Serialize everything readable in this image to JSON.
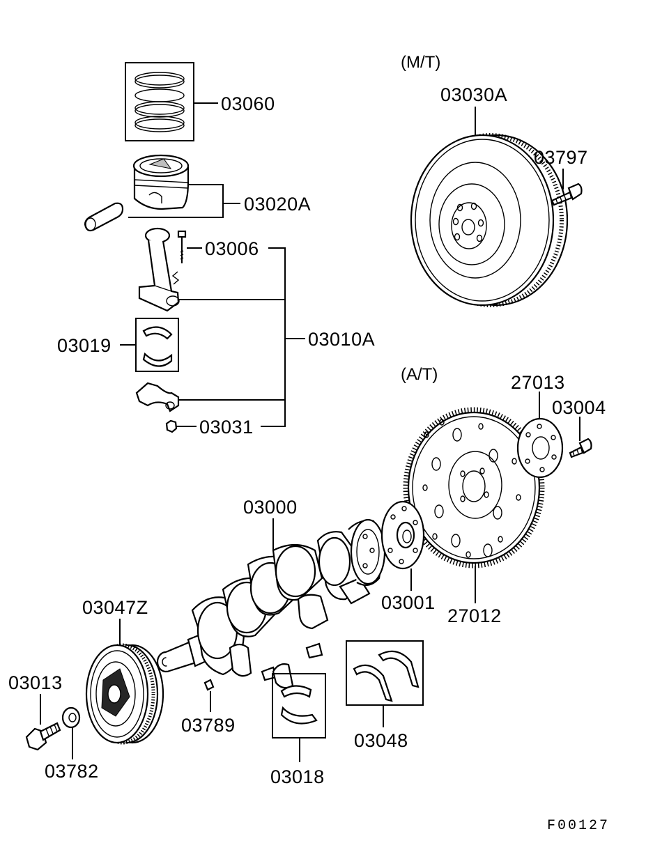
{
  "diagram": {
    "labels": {
      "mt": "(M/T)",
      "at": "(A/T)",
      "p03060": "03060",
      "p03020a": "03020A",
      "p03006": "03006",
      "p03010a": "03010A",
      "p03019": "03019",
      "p03031": "03031",
      "p03030a": "03030A",
      "p03797": "03797",
      "p27013": "27013",
      "p03004": "03004",
      "p03000": "03000",
      "p03001": "03001",
      "p27012": "27012",
      "p03047z": "03047Z",
      "p03013": "03013",
      "p03782": "03782",
      "p03789": "03789",
      "p03018": "03018",
      "p03048": "03048",
      "figure_code": "F00127"
    }
  }
}
